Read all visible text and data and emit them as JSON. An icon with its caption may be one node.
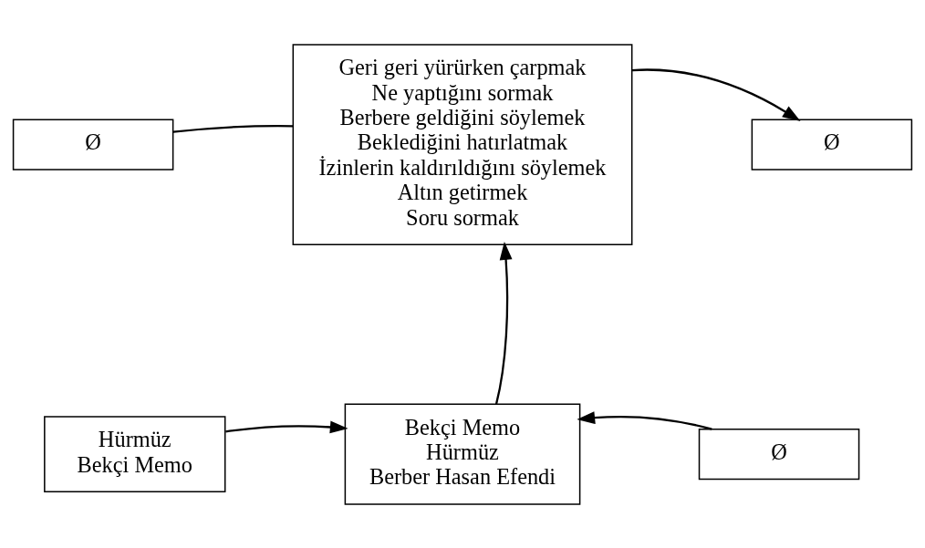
{
  "diagram": {
    "nodes": [
      {
        "text": [
          "Ø"
        ]
      },
      {
        "text": [
          "Geri geri yürürken çarpmak",
          "Ne yaptığını sormak",
          "Berbere geldiğini söylemek",
          "Beklediğini hatırlatmak",
          "İzinlerin kaldırıldığını söylemek",
          "Altın getirmek",
          "Soru sormak"
        ]
      },
      {
        "text": [
          "Ø"
        ]
      },
      {
        "text": [
          "Hürmüz",
          "Bekçi Memo"
        ]
      },
      {
        "text": [
          "Bekçi Memo",
          "Hürmüz",
          "Berber Hasan Efendi"
        ]
      },
      {
        "text": [
          "Ø"
        ]
      }
    ],
    "edges": [
      {
        "from": 0,
        "to": 1,
        "arrow": "none"
      },
      {
        "from": 1,
        "to": 2,
        "arrow": "to"
      },
      {
        "from": 4,
        "to": 1,
        "arrow": "to"
      },
      {
        "from": 3,
        "to": 4,
        "arrow": "to"
      },
      {
        "from": 5,
        "to": 4,
        "arrow": "to"
      }
    ]
  }
}
